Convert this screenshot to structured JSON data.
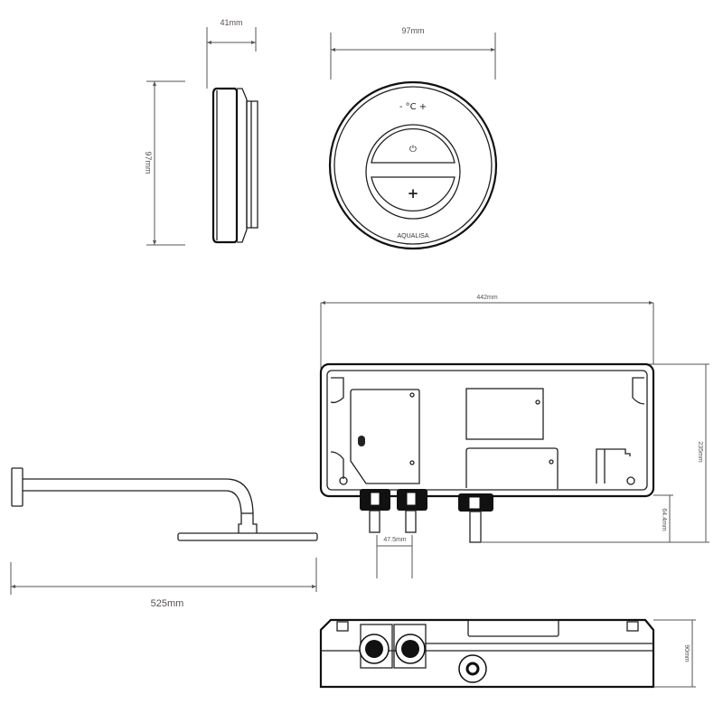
{
  "controller": {
    "depth_label": "41mm",
    "height_label": "97mm",
    "width_label": "97mm",
    "temp_controls": "-  °C  +",
    "power_symbol": "⏻",
    "plus_symbol": "+",
    "brand": "AQUALISA"
  },
  "pump_unit": {
    "width_label": "442mm",
    "height_label": "235mm",
    "outlet_drop_label": "64.4mm",
    "inlet_spacing_label": "47.5mm",
    "depth_label": "90mm"
  },
  "shower_head": {
    "reach_label": "525mm"
  }
}
